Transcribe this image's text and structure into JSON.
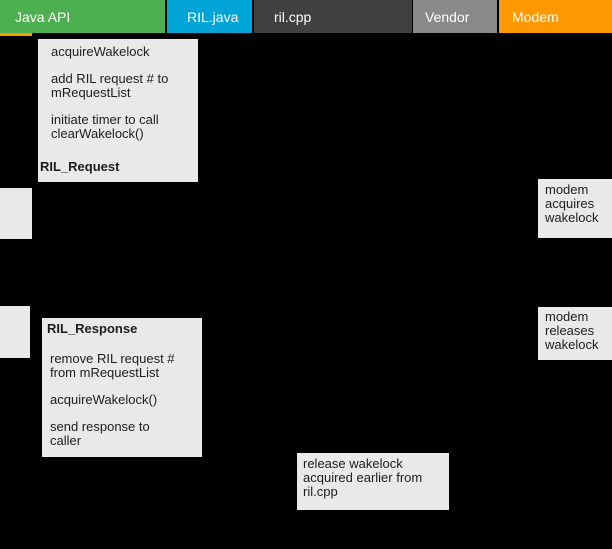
{
  "lanes": [
    {
      "label": "Java API",
      "color": "#4CAF50"
    },
    {
      "label": "RIL.java",
      "color": "#00A4D7"
    },
    {
      "label": "ril.cpp",
      "color": "#404040"
    },
    {
      "label": "Vendor",
      "color": "#8A8A8A"
    },
    {
      "label": "Modem",
      "color": "#FF9800"
    }
  ],
  "notes": {
    "request": {
      "label": "RIL_Request",
      "steps": [
        "acquireWakelock",
        "add RIL request # to\nmRequestList",
        "initiate timer to call\nclearWakelock()"
      ]
    },
    "response": {
      "label": "RIL_Response",
      "steps": [
        "remove RIL request #\nfrom mRequestList",
        "acquireWakelock()",
        "send response to\ncaller"
      ]
    },
    "modem_acquires": "modem\nacquires\nwakelock",
    "modem_releases": "modem\nreleases\nwakelock",
    "release_wakelock": "release wakelock\nacquired earlier from\nril.cpp"
  },
  "colors": {
    "background": "#000000",
    "note_background": "#E9E9E9",
    "note_text": "#1d1d1d",
    "lane_text": "#FFFFFF",
    "wakelock_indicator": "#FF9800"
  }
}
